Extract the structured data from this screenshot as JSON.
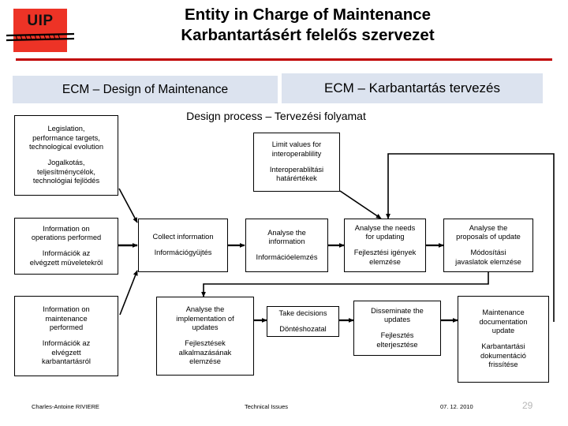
{
  "logo": {
    "text": "UIP",
    "color": "#ed3326",
    "rail_icon": "railway-track-icon"
  },
  "header": {
    "title_line1": "Entity in Charge of Maintenance",
    "title_line2": "Karbantartásért felelős szervezet",
    "rule_color": "#c00000"
  },
  "bars": {
    "left_label": "ECM – Design of Maintenance",
    "right_label": "ECM – Karbantartás tervezés",
    "fill": "#dce3ef"
  },
  "section_caption": "Design process – Tervezési folyamat",
  "boxes": [
    {
      "id": "legislation",
      "en": "Legislation,\nperformance targets,\ntechnological evolution",
      "hu": "Jogalkotás,\nteljesítménycélok,\ntechnológiai fejlödés"
    },
    {
      "id": "limit-values",
      "en": "Limit values for\ninteroperablility",
      "hu": "Interoperabliltási\nhatárértékek"
    },
    {
      "id": "info-operations",
      "en": "Information on\noperations performed",
      "hu": "Információk az\nelvégzett müveletekröl"
    },
    {
      "id": "collect-information",
      "en": "Collect information",
      "hu": "Információgyüjtés"
    },
    {
      "id": "analyse-information",
      "en": "Analyse the\ninformation",
      "hu": "Információelemzés"
    },
    {
      "id": "analyse-needs",
      "en": "Analyse the needs\nfor updating",
      "hu": "Fejlesztési igények\nelemzése"
    },
    {
      "id": "analyse-proposals",
      "en": "Analyse the\nproposals of update",
      "hu": "Módosítási\njavaslatok elemzése"
    },
    {
      "id": "info-maintenance",
      "en": "Information on\nmaintenance\nperformed",
      "hu": "Információk az\nelvégzett\nkarbantartásról"
    },
    {
      "id": "analyse-implementation",
      "en": "Analyse the\nimplementation of\nupdates",
      "hu": "Fejlesztések\nalkalmazásának\nelemzése"
    },
    {
      "id": "take-decisions",
      "en": "Take decisions",
      "hu": "Döntéshozatal"
    },
    {
      "id": "disseminate-updates",
      "en": "Disseminate the\nupdates",
      "hu": "Fejlesztés\nelterjesztése"
    },
    {
      "id": "maintenance-doc-update",
      "en": "Maintenance\ndocumentation\nupdate",
      "hu": "Karbantartási\ndokumentáció\nfrissítése"
    }
  ],
  "footer": {
    "author": "Charles-Antoine RIVIERE",
    "topic": "Technical Issues",
    "date": "07. 12. 2010",
    "page": "29"
  }
}
